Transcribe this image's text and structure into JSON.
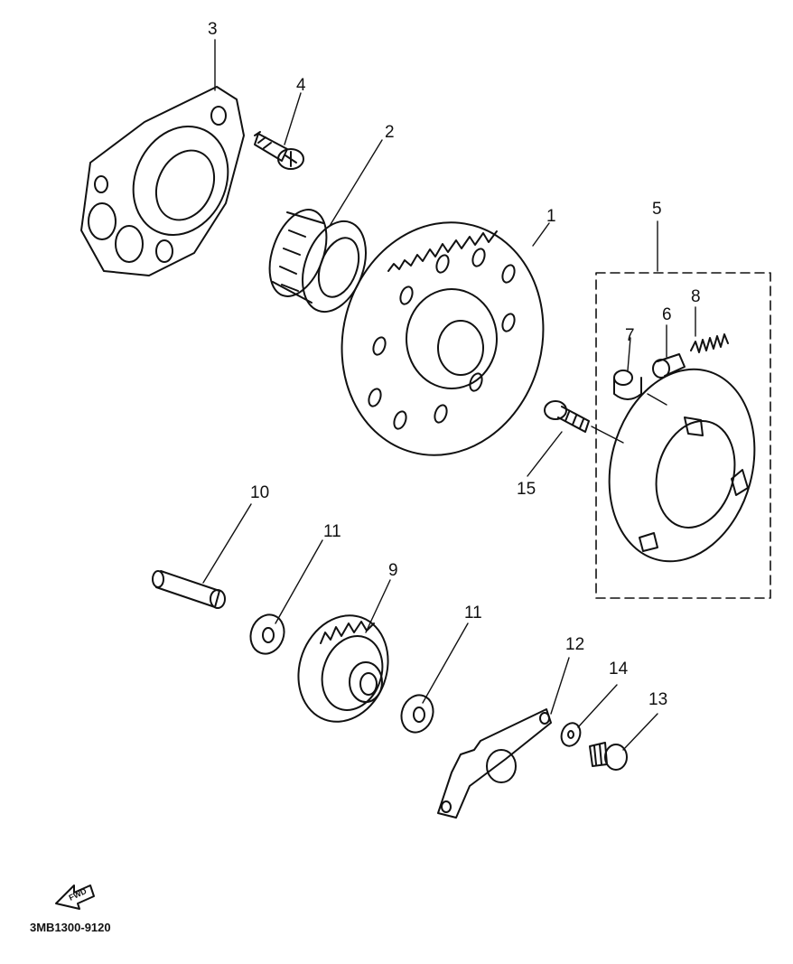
{
  "diagram": {
    "part_labels": {
      "p1": "1",
      "p2": "2",
      "p3": "3",
      "p4": "4",
      "p5": "5",
      "p6": "6",
      "p7": "7",
      "p8": "8",
      "p9": "9",
      "p10": "10",
      "p11a": "11",
      "p11b": "11",
      "p12": "12",
      "p13": "13",
      "p14": "14",
      "p15": "15"
    },
    "fwd_label": "FWD",
    "drawing_code": "3MB1300-9120"
  }
}
